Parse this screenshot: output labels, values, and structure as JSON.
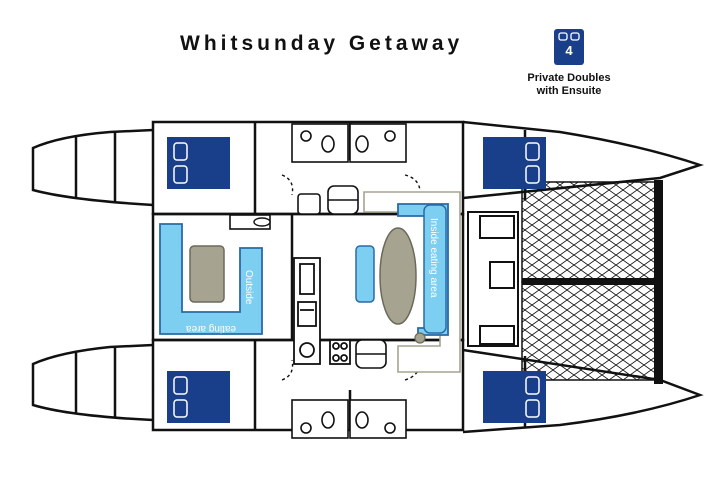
{
  "title": "Whitsunday Getaway",
  "legend": {
    "count": "4",
    "label_line1": "Private Doubles",
    "label_line2": "with Ensuite",
    "icon": "double-bed-icon"
  },
  "areas": {
    "outside_line1": "Outside",
    "outside_line2": "eating area",
    "inside": "Inside eating area"
  },
  "colors": {
    "hull": "#111111",
    "cabin_blue": "#1a3f8a",
    "seating_blue": "#7ccff0",
    "table_gray": "#a6a390"
  }
}
